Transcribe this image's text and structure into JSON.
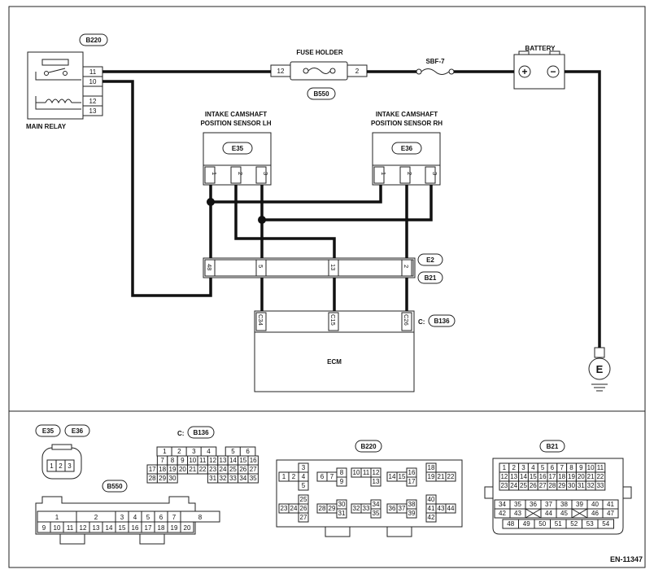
{
  "labels": {
    "b220": "B220",
    "main_relay": "MAIN RELAY",
    "fuse_holder": "FUSE HOLDER",
    "b550": "B550",
    "sbf7": "SBF-7",
    "battery": "BATTERY",
    "lh_line1": "INTAKE CAMSHAFT",
    "lh_line2": "POSITION SENSOR LH",
    "rh_line1": "INTAKE CAMSHAFT",
    "rh_line2": "POSITION SENSOR RH",
    "e35": "E35",
    "e36": "E36",
    "e2": "E2",
    "b21": "B21",
    "c_prefix": "C:",
    "b136": "B136",
    "ecm": "ECM",
    "ground": "E",
    "plus": "+",
    "minus": "−",
    "doc_id": "EN-11347"
  },
  "pins": {
    "relay": [
      "11",
      "10",
      "12",
      "13"
    ],
    "fuse_left": "12",
    "fuse_right": "2",
    "sensor": [
      "1",
      "2",
      "3"
    ],
    "junction": [
      "48",
      "5",
      "13",
      "2"
    ],
    "ecm": [
      "C34",
      "C15",
      "C26"
    ]
  },
  "legend": {
    "e_label": "E35",
    "e_label2": "E36",
    "c_prefix": "C:",
    "b136": "B136",
    "b220": "B220",
    "b550": "B550",
    "b21": "B21",
    "e_pins": [
      "1",
      "2",
      "3"
    ],
    "b136_rows": [
      [
        "",
        "1",
        "2",
        "3",
        "4",
        "",
        "5",
        "6"
      ],
      [
        "",
        "7",
        "8",
        "9",
        "10",
        "11",
        "12",
        "13",
        "14",
        "15",
        "16"
      ],
      [
        "17",
        "18",
        "19",
        "20",
        "21",
        "22",
        "23",
        "24",
        "25",
        "26",
        "27"
      ],
      [
        "28",
        "29",
        "30",
        "",
        "",
        "",
        "31",
        "32",
        "33",
        "34",
        "35"
      ]
    ],
    "b550_row1": [
      "1",
      "2",
      "3",
      "4",
      "5",
      "6",
      "7",
      "8"
    ],
    "b550_row2": [
      "9",
      "10",
      "11",
      "12",
      "13",
      "14",
      "15",
      "16",
      "17",
      "18",
      "19",
      "20"
    ],
    "b220_cells": [
      "3",
      "1",
      "2",
      "4",
      "5",
      "25",
      "23",
      "24",
      "26",
      "27",
      "6",
      "7",
      "8",
      "9",
      "28",
      "29",
      "30",
      "31",
      "10",
      "11",
      "12",
      "13",
      "32",
      "33",
      "34",
      "35",
      "14",
      "15",
      "16",
      "17",
      "36",
      "37",
      "38",
      "39",
      "18",
      "19",
      "21",
      "22",
      "40",
      "41",
      "43",
      "44",
      "42"
    ],
    "b21_rows": [
      [
        "1",
        "2",
        "3",
        "4",
        "5",
        "6",
        "7",
        "8",
        "9",
        "10",
        "11"
      ],
      [
        "12",
        "13",
        "14",
        "15",
        "16",
        "17",
        "18",
        "19",
        "20",
        "21",
        "22"
      ],
      [
        "23",
        "24",
        "25",
        "26",
        "27",
        "28",
        "29",
        "30",
        "31",
        "32",
        "33"
      ],
      [
        "34",
        "35",
        "36",
        "37",
        "38",
        "39",
        "40",
        "41"
      ],
      [
        "42",
        "43",
        "44",
        "45",
        "46",
        "47"
      ],
      [
        "48",
        "49",
        "50",
        "51",
        "52",
        "53",
        "54"
      ]
    ]
  }
}
